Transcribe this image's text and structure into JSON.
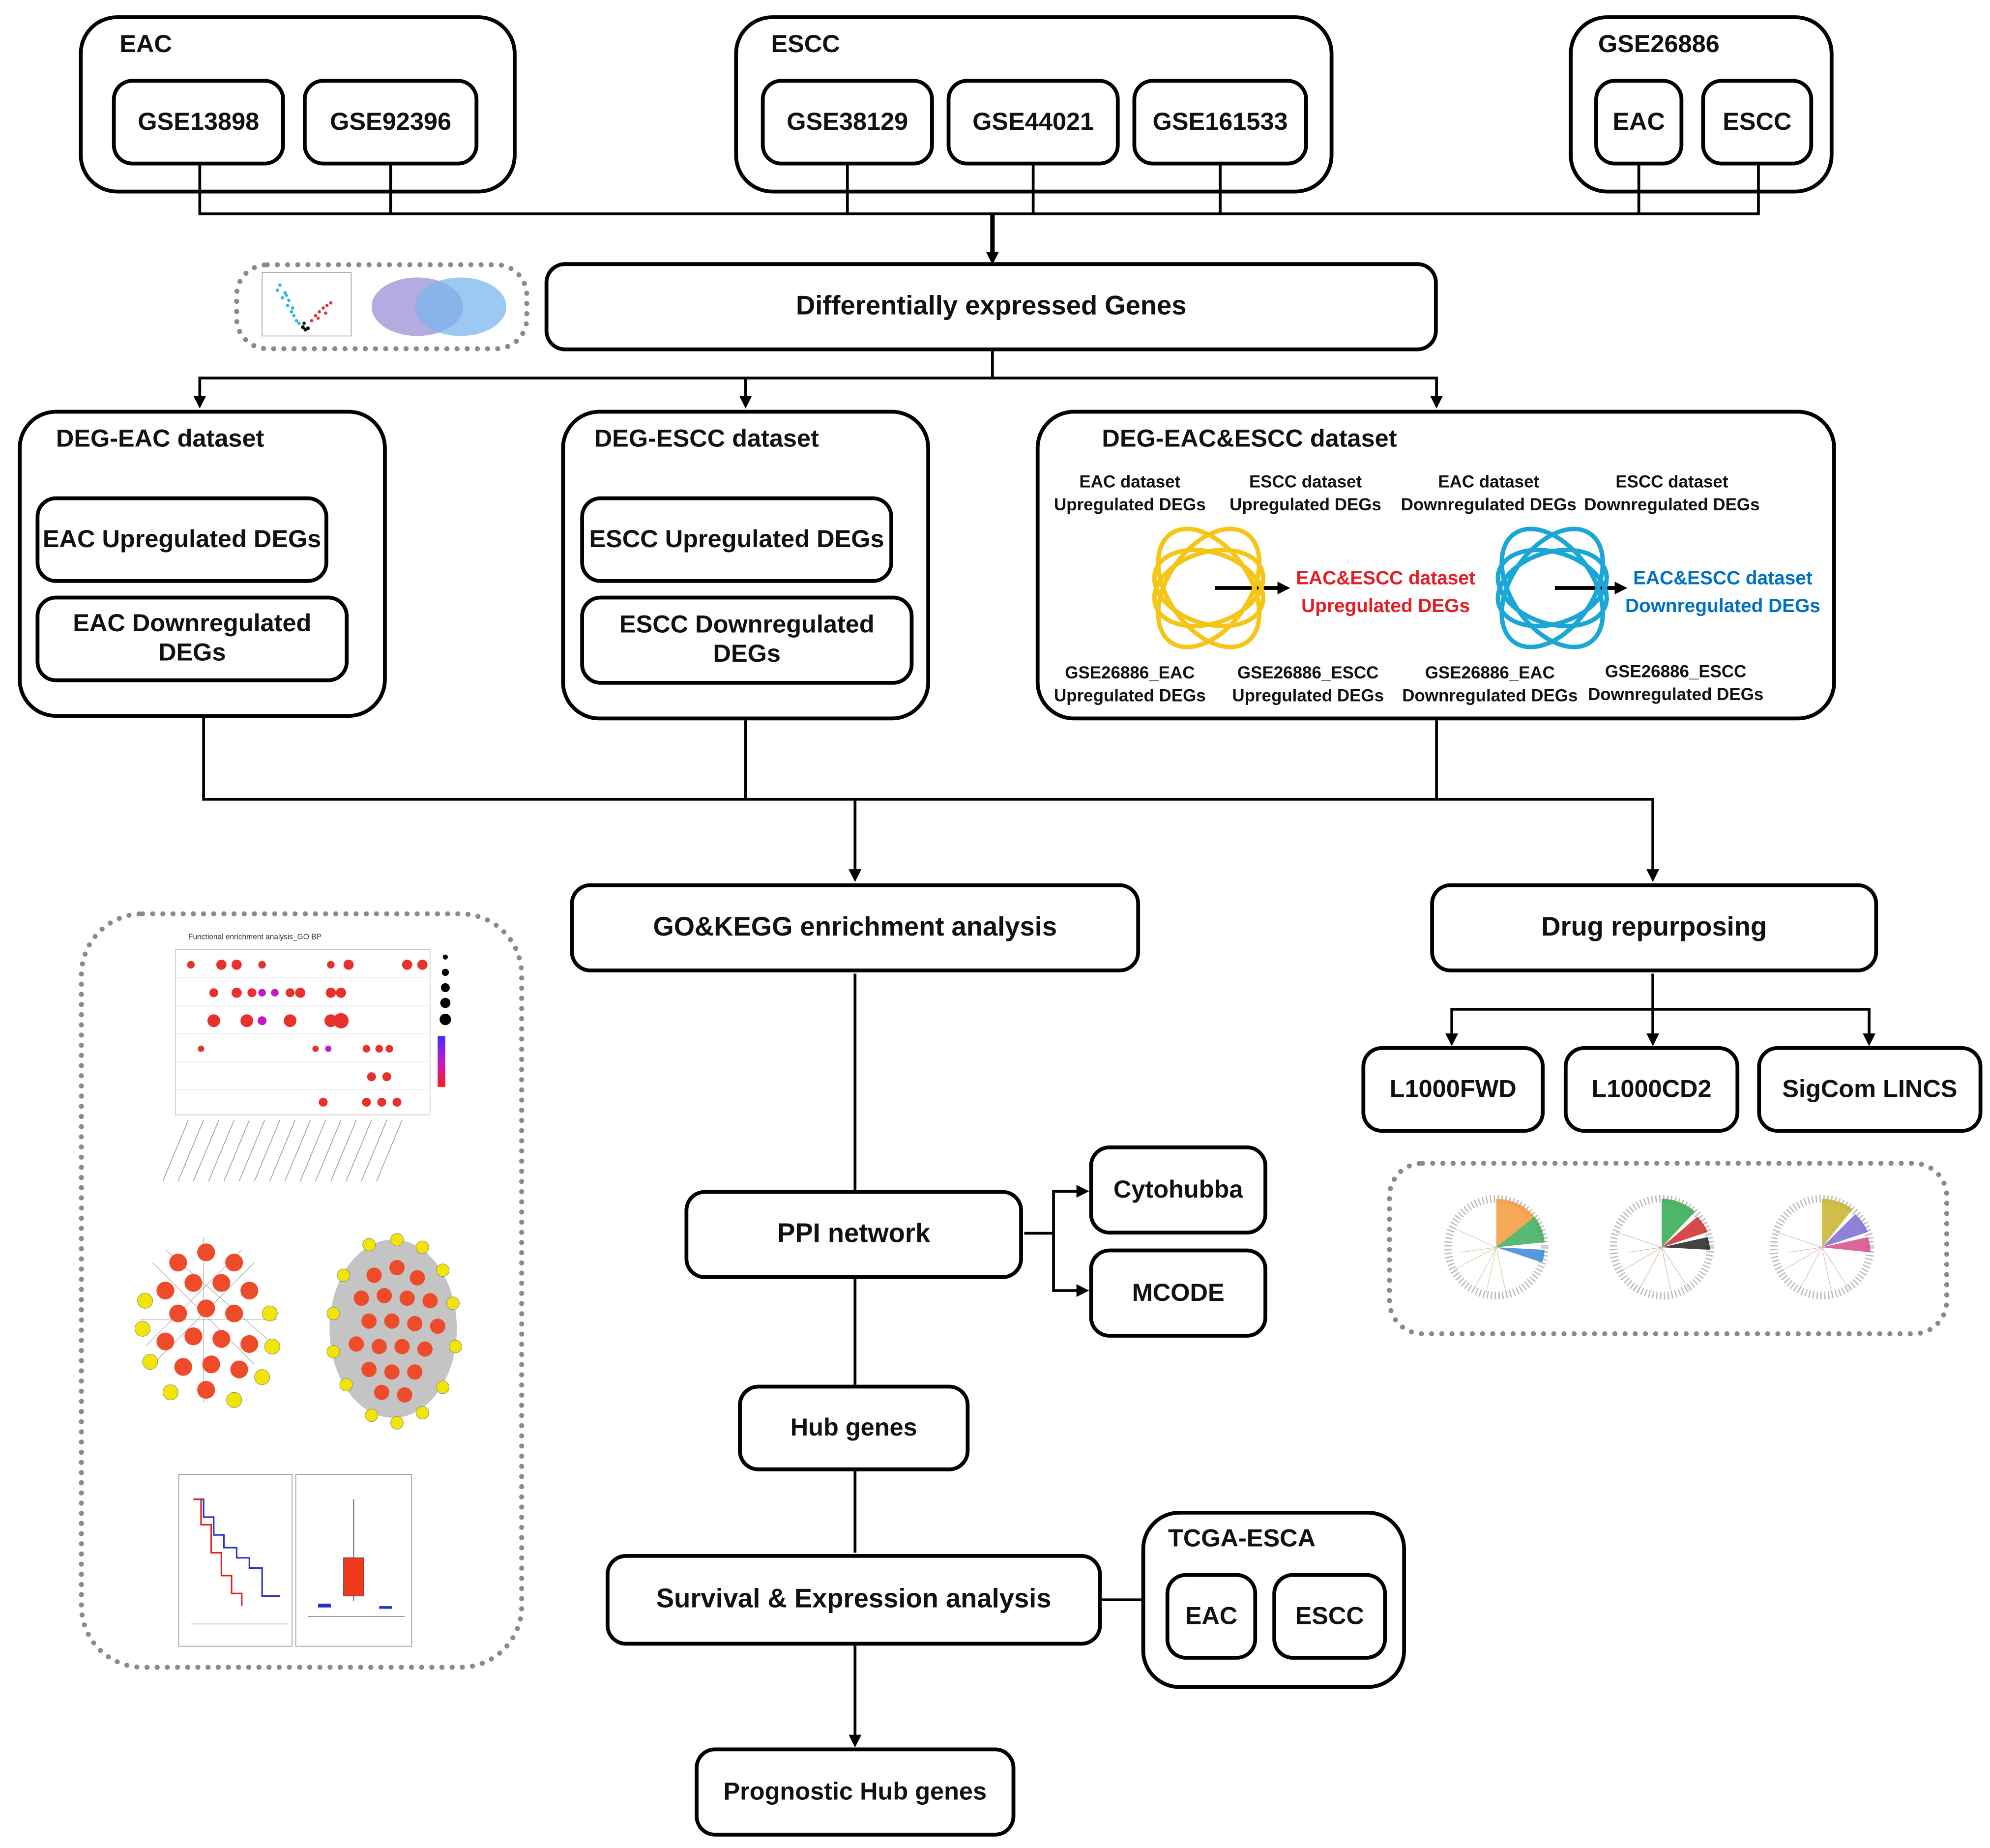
{
  "sources": {
    "eac": {
      "label": "EAC",
      "datasets": [
        "GSE13898",
        "GSE92396"
      ]
    },
    "escc": {
      "label": "ESCC",
      "datasets": [
        "GSE38129",
        "GSE44021",
        "GSE161533"
      ]
    },
    "gse26886": {
      "label": "GSE26886",
      "subsets": [
        "EAC",
        "ESCC"
      ]
    }
  },
  "deg": {
    "label": "Differentially expressed Genes"
  },
  "deg_eac": {
    "title": "DEG-EAC dataset",
    "up": "EAC Upregulated DEGs",
    "down": "EAC Downregulated DEGs"
  },
  "deg_escc": {
    "title": "DEG-ESCC dataset",
    "up": "ESCC Upregulated DEGs",
    "down": "ESCC Downregulated DEGs"
  },
  "deg_both": {
    "title": "DEG-EAC&ESCC dataset",
    "top_labels": [
      "EAC dataset\nUpregulated DEGs",
      "ESCC dataset\nUpregulated DEGs",
      "EAC dataset\nDownregulated DEGs",
      "ESCC dataset\nDownregulated DEGs"
    ],
    "bottom_labels": [
      "GSE26886_EAC\nUpregulated DEGs",
      "GSE26886_ESCC\nUpregulated DEGs",
      "GSE26886_EAC\nDownregulated DEGs",
      "GSE26886_ESCC\nDownregulated DEGs"
    ],
    "result_up": "EAC&ESCC dataset\nUpregulated DEGs",
    "result_down": "EAC&ESCC dataset\nDownregulated DEGs",
    "color_up": "#e31e24",
    "color_down": "#0070c0",
    "venn_up_color": "#f5c518",
    "venn_down_color": "#1aa7d8"
  },
  "enrichment": {
    "label": "GO&KEGG enrichment analysis"
  },
  "drug": {
    "label": "Drug repurposing",
    "tools": [
      "L1000FWD",
      "L1000CD2",
      "SigCom LINCS"
    ]
  },
  "ppi": {
    "label": "PPI network",
    "tools": [
      "Cytohubba",
      "MCODE"
    ]
  },
  "hub": {
    "label": "Hub genes"
  },
  "survival": {
    "label": "Survival & Expression analysis"
  },
  "tcga": {
    "label": "TCGA-ESCA",
    "subsets": [
      "EAC",
      "ESCC"
    ]
  },
  "prognostic": {
    "label": "Prognostic Hub genes"
  },
  "colors": {
    "line": "#000000",
    "dotted_border": "#8a8a8a",
    "network_red": "#ee4b2b",
    "network_yellow": "#f2e600",
    "venn_purple": "#9b8fd6",
    "venn_blue": "#7cb6ec"
  }
}
